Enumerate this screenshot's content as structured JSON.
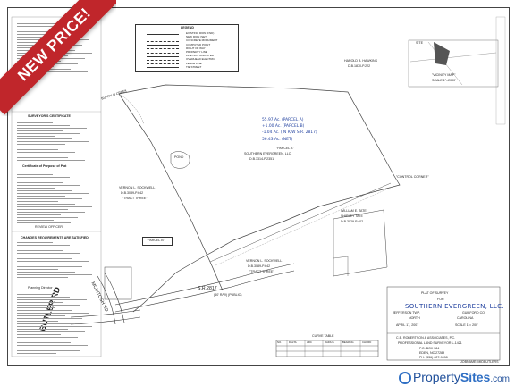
{
  "banner": {
    "text": "NEW PRICE!"
  },
  "legend": {
    "title": "LEGEND",
    "rows": [
      "EXISTING IRON (FND)",
      "NEW IRON (SET)",
      "CONCRETE MONUMENT",
      "COMPUTED POINT",
      "RIGHT OF WAY",
      "PROPERTY LINE",
      "LINE NOT SURVEYED",
      "OVERHEAD ELECTRIC",
      "FENCE LINE",
      "TIE STREET"
    ]
  },
  "vicinity": {
    "label": "\"VICINITY MAP\"",
    "scale": "SCALE 1\"=2000'",
    "site": "SITE"
  },
  "owner_top": {
    "name": "HAROLD B. HAWKINS",
    "ref": "D.B.1870-P.222"
  },
  "parcels": {
    "lines": [
      "55.97 Ac. (PARCEL A)",
      "+1.00 Ac. (PARCEL B)",
      "-1.04 Ac. (IN R/W S.R. 2817)",
      "56.43 Ac. (NET)"
    ],
    "parcel_a_tag": "\"PARCEL A\"",
    "parcel_b_tag": "\"PARCEL B\""
  },
  "owners": {
    "southern": "SOUTHERN EVERGREEN, LLC.",
    "southern_ref": "D.B.3314-P.2351",
    "vernon_left": "VERNON L. SOCKWELL",
    "vernon_left_ref": "D.B.3089-P.642",
    "vernon_left_tract": "\"TRACT THREE\"",
    "vernon_right": "VERNON L. SOCKWELL",
    "vernon_right_ref": "D.B.3089-P.642",
    "vernon_right_tract": "\"TRACT THREE\"",
    "tate": "WILLIAM E. TATE",
    "tate2": "SHIRLEY TATE",
    "tate_ref": "D.B.3029-P.402"
  },
  "features": {
    "pond": "POND",
    "buffalo_creek": "BUFFALO CREEK",
    "control_corner": "\"CONTROL CORNER\"",
    "road_mcintosh": "MCINTOSH RD",
    "road_butler": "BUTLER RD",
    "road_sr": "S.R.2817",
    "road_sr_sub": "(60' R/W) (PUBLIC)"
  },
  "title_block": {
    "plat": "PLAT OF SURVEY",
    "for": "FOR",
    "client": "SOUTHERN EVERGREEN, LLC.",
    "township": "JEFFERSON TWP.",
    "county": "GUILFORD CO.",
    "state_a": "NORTH",
    "state_b": "CAROLINA",
    "date": "APRIL 17, 2007",
    "scale": "SCALE 1\"= 200'",
    "surveyor": "C.E. ROBERTSON & ASSOCIATES, P.C.",
    "surveyor_sub": "PROFESSIONAL LAND SURVEYOR L-1421",
    "po": "P.O. BOX 384",
    "city": "EDEN, NC 27289",
    "phone": "PH. (336) 627-9498",
    "job": "JOBNAME: MIDBUTLERS"
  },
  "curve_table": {
    "title": "CURVE TABLE",
    "headers": [
      "NO.",
      "DELTA",
      "ARC",
      "RADIUS",
      "BEARING",
      "CHORD"
    ]
  },
  "left_notes": {
    "cert_title": "SURVEYOR'S CERTIFICATE",
    "cert_forms": "Certificate of Purpose of Plat",
    "review": "REVIEW OFFICER",
    "approval": "CHANGES REQUIREMENTS ARE SATISFIED",
    "planning": "Planning Director"
  },
  "watermark": {
    "brand_a": "Property",
    "brand_b": "Sites",
    "suffix": ".com"
  }
}
